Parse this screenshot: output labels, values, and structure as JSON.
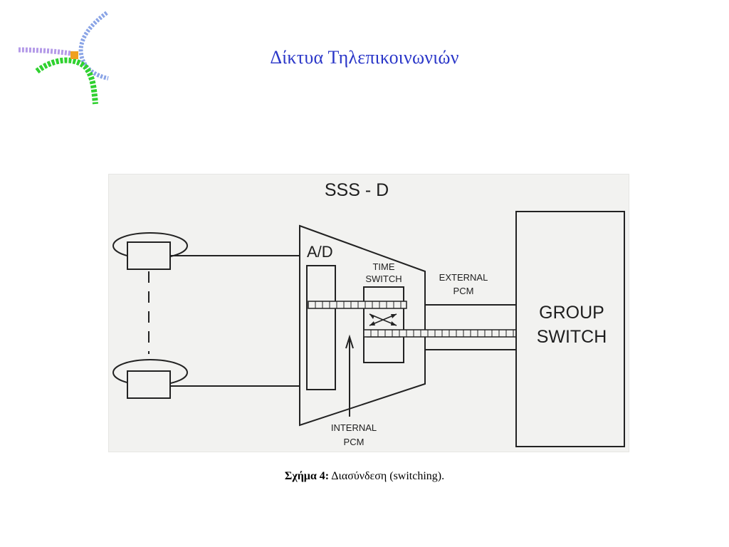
{
  "slide": {
    "title": "Δίκτυα Τηλεπικοινωνιών",
    "logo_icon": "wave-star-logo-icon",
    "colors": {
      "title": "#2a36c8",
      "logo_blue": "#8aa4e6",
      "logo_green": "#2fd12f",
      "logo_orange": "#f0a020",
      "logo_purple": "#b49ae8"
    }
  },
  "diagram": {
    "title": "SSS - D",
    "ad_label": "A/D",
    "time_switch_label": [
      "TIME",
      "SWITCH"
    ],
    "external_pcm_label": [
      "EXTERNAL",
      "PCM"
    ],
    "internal_pcm_label": [
      "INTERNAL",
      "PCM"
    ],
    "group_switch_label": [
      "GROUP",
      "SWITCH"
    ]
  },
  "caption": {
    "prefix": "Σχήμα 4:",
    "text": " Διασύνδεση (switching)."
  }
}
